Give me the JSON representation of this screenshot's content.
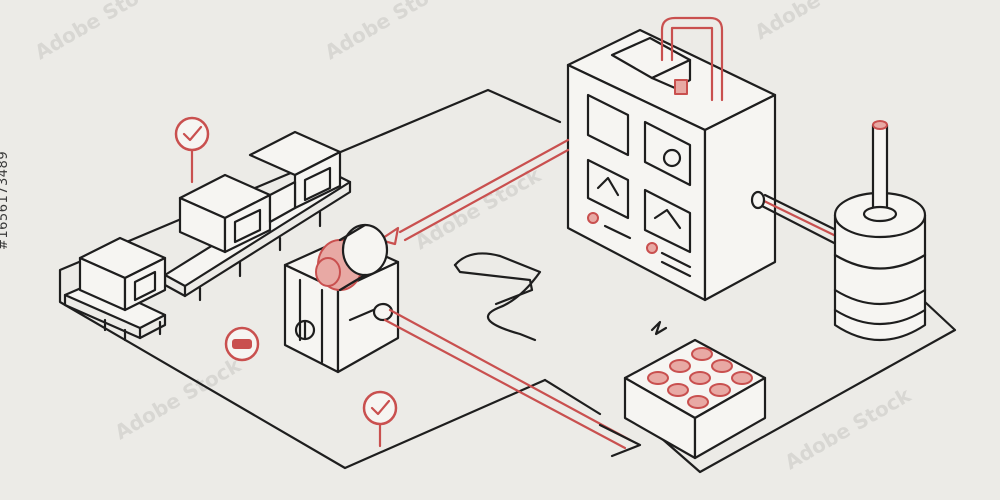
{
  "watermark": {
    "brand": "Adobe Stock",
    "stock_number": "#1656173489"
  },
  "colors": {
    "background": "#ecebe7",
    "line": "#1e1e1e",
    "accent_red": "#c9504f",
    "accent_fill": "#e8a9a4"
  },
  "diagram": {
    "style": "isometric line illustration",
    "components": [
      {
        "id": "pallet-conveyor",
        "icon": "boxes-on-pallets"
      },
      {
        "id": "control-panel",
        "icon": "electrical-cabinet-with-gauges"
      },
      {
        "id": "generator-winch",
        "icon": "motor-with-cable-drum"
      },
      {
        "id": "storage-tank",
        "icon": "cylindrical-tank"
      },
      {
        "id": "battery-crate",
        "icon": "crate-of-cells"
      }
    ],
    "status_markers": [
      {
        "id": "pallet-status",
        "icon": "check-circle-icon"
      },
      {
        "id": "generator-status",
        "icon": "minus-circle-icon"
      },
      {
        "id": "floor-status",
        "icon": "check-circle-icon"
      }
    ]
  }
}
